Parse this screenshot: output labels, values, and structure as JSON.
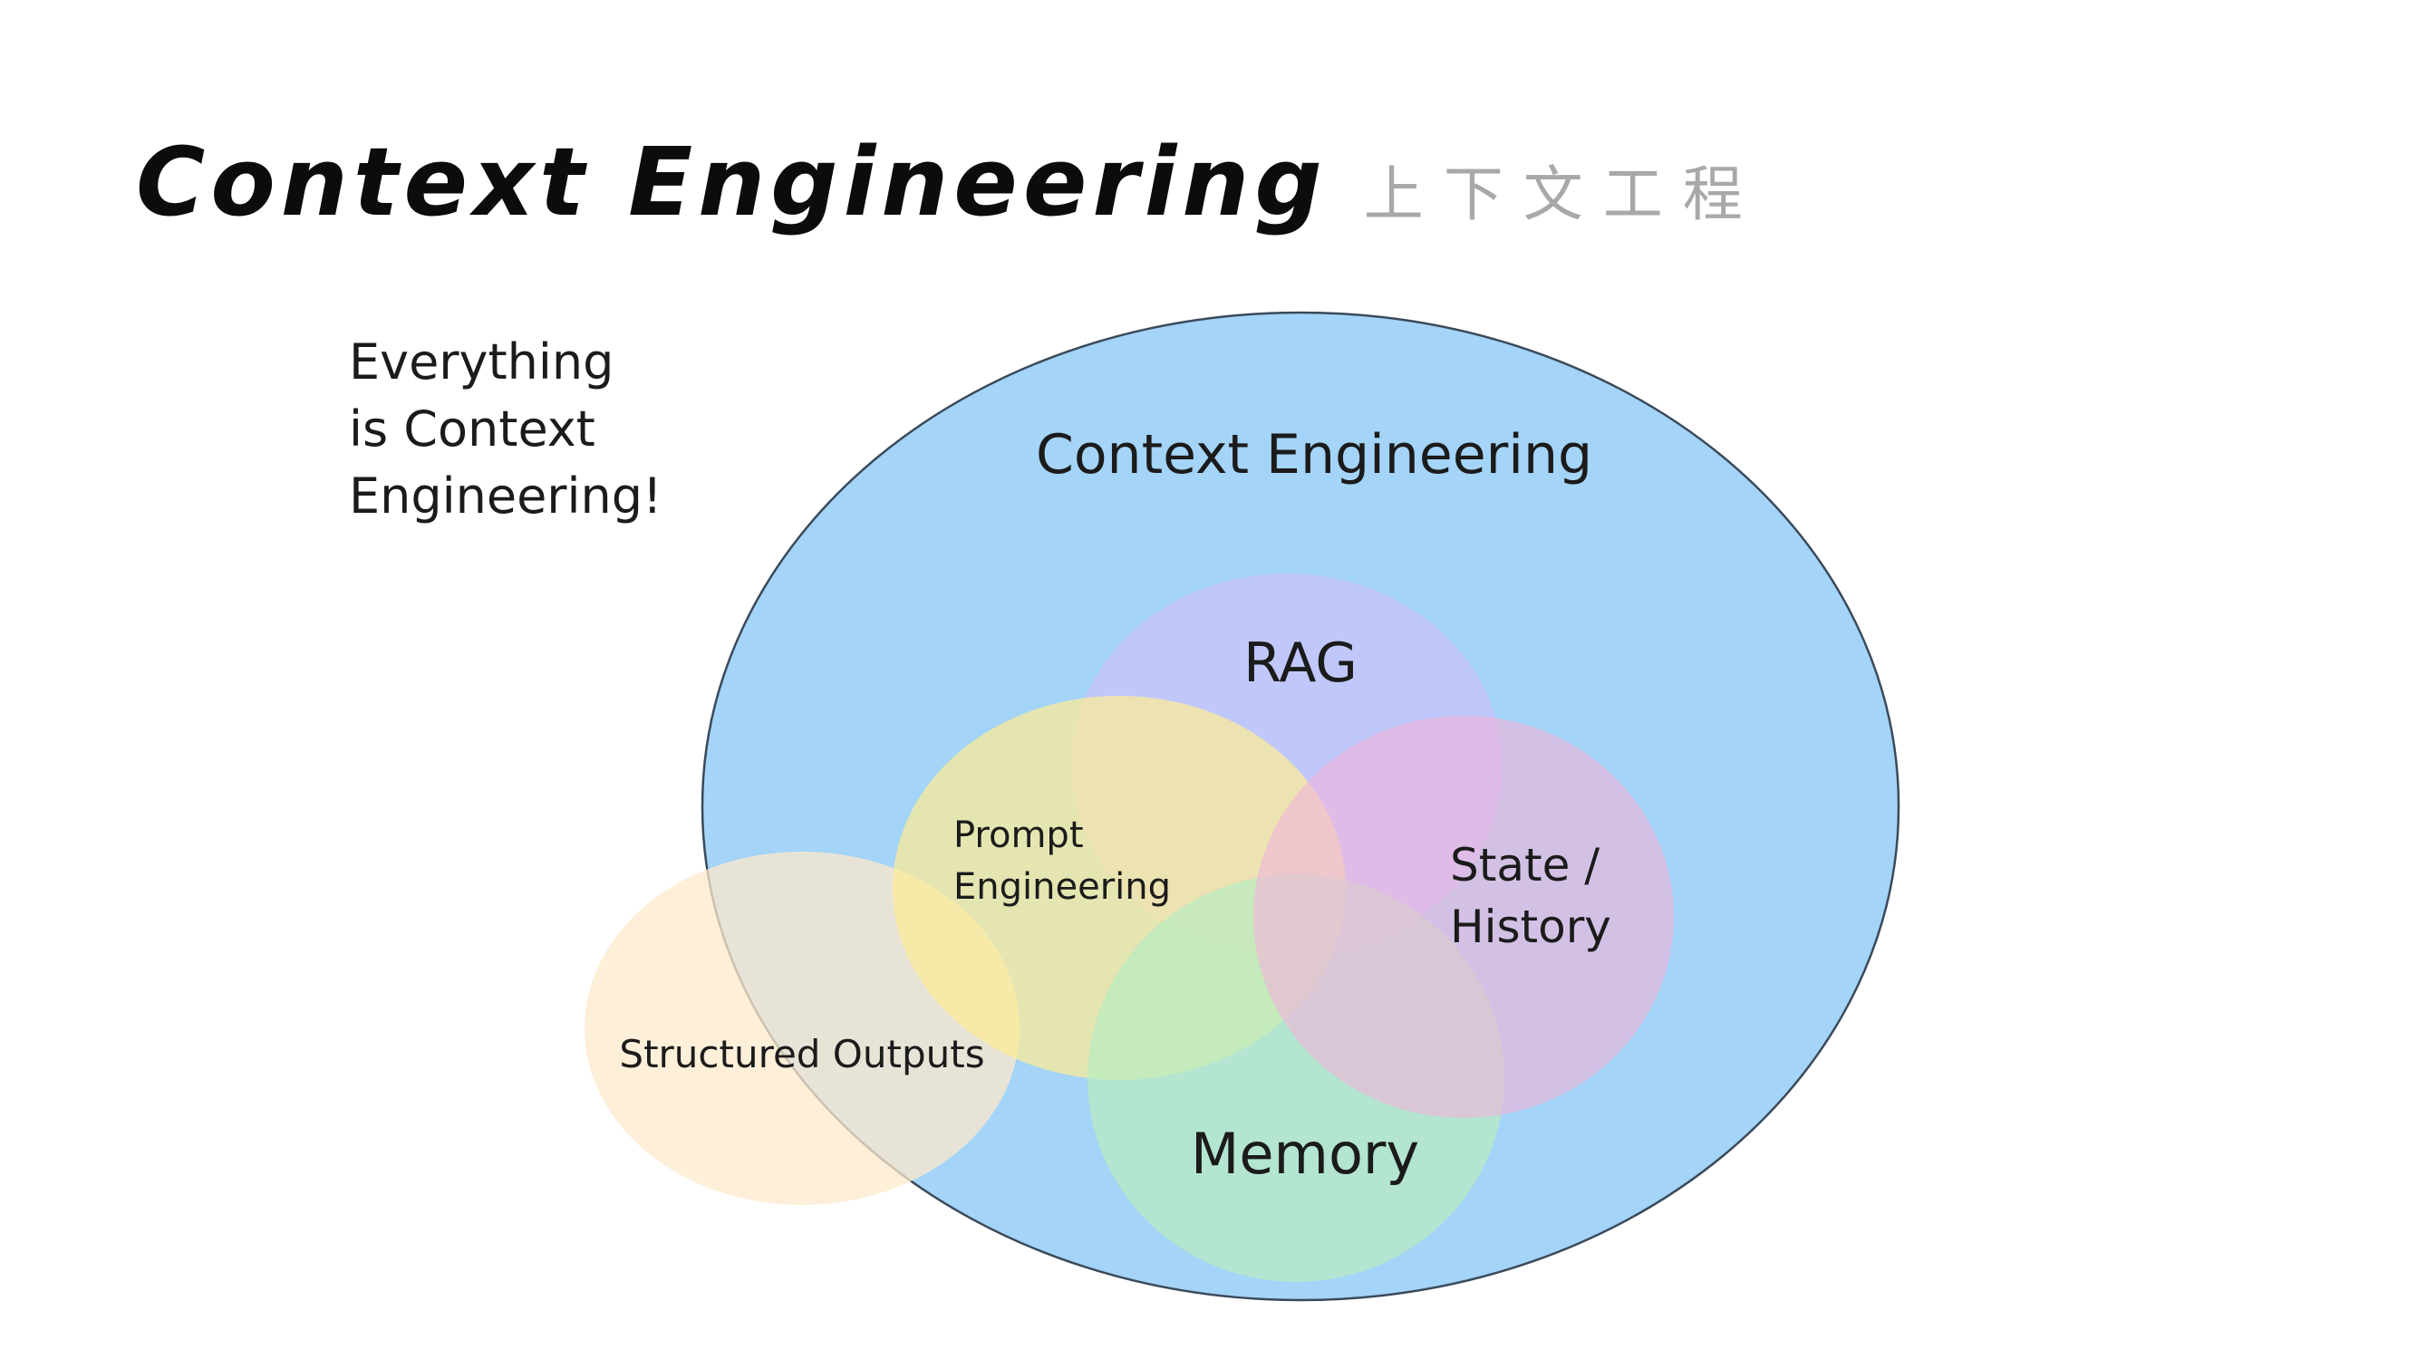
{
  "slide": {
    "title": "Context Engineering",
    "subtitle": "上下文工程"
  },
  "diagram": {
    "note": [
      "Everything",
      "is Context",
      "Engineering!"
    ],
    "outer_label": "Context Engineering",
    "circles": {
      "rag": "RAG",
      "prompt": [
        "Prompt",
        "Engineering"
      ],
      "state": [
        "State /",
        "History"
      ],
      "memory": "Memory",
      "structured": "Structured Outputs"
    },
    "colors": {
      "outer": "#a4d4f7",
      "rag": "#c6c6fb",
      "prompt": "#fdeb95",
      "state": "#f0b4da",
      "memory": "#b9ecc0",
      "structured": "#fde9cc"
    }
  }
}
